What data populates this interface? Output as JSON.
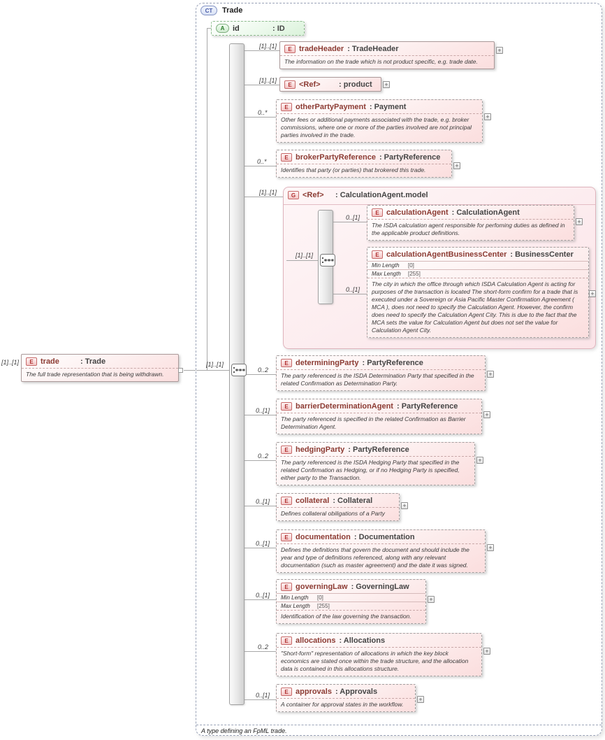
{
  "diagram": {
    "complex_type": {
      "badge": "CT",
      "title": "Trade",
      "footer": "A type defining an FpML trade."
    },
    "attribute_id": {
      "icon": "A",
      "name": "id",
      "type": ": ID"
    },
    "root": {
      "icon": "E",
      "name": "trade",
      "type": ": Trade",
      "cardinality": "[1]..[1]",
      "annotation": "The full trade representation that is being withdrawn."
    },
    "sequence_cardinality": "[1]..[1]"
  },
  "nodes": {
    "tradeHeader": {
      "icon": "E",
      "name": "tradeHeader",
      "type": ": TradeHeader",
      "cardinality": "[1]..[1]",
      "annotation": "The information on the trade which is not product specific, e.g. trade date."
    },
    "productRef": {
      "icon": "E",
      "name": "<Ref>",
      "type": ": product",
      "cardinality": "[1]..[1]"
    },
    "otherPartyPayment": {
      "icon": "E",
      "name": "otherPartyPayment",
      "type": ": Payment",
      "cardinality": "0..*",
      "annotation": "Other fees or additional payments associated with the trade, e.g. broker commissions, where one or more of the parties involved are not principal parties involved in the trade."
    },
    "brokerPartyReference": {
      "icon": "E",
      "name": "brokerPartyReference",
      "type": ": PartyReference",
      "cardinality": "0..*",
      "annotation": "Identifies that party (or parties) that brokered this trade."
    },
    "calcAgentGroup": {
      "icon": "G",
      "name": "<Ref>",
      "type": ": CalculationAgent.model",
      "cardinality": "[1]..[1]",
      "sequence_cardinality": "[1]..[1]"
    },
    "calculationAgent": {
      "icon": "E",
      "name": "calculationAgent",
      "type": ": CalculationAgent",
      "cardinality": "0..[1]",
      "annotation": "The ISDA calculation agent responsible for perfoming duties as defined in the applicable product definitions."
    },
    "calculationAgentBusinessCenter": {
      "icon": "E",
      "name": "calculationAgentBusinessCenter",
      "type": ": BusinessCenter",
      "cardinality": "0..[1]",
      "facets": [
        {
          "label": "Min Length",
          "value": "[0]"
        },
        {
          "label": "Max Length",
          "value": "[255]"
        }
      ],
      "annotation": "The city in which the office through which ISDA Calculation Agent is acting for purposes of the transaction is located The short-form confirm for a trade that is executed under a Sovereign or Asia Pacific Master Confirmation Agreement ( MCA ), does not need to specify the Calculation Agent. However, the confirm does need to specify the Calculation Agent City. This is due to the fact that the MCA sets the value for Calculation Agent but does not set the value for Calculation Agent City."
    },
    "determiningParty": {
      "icon": "E",
      "name": "determiningParty",
      "type": ": PartyReference",
      "cardinality": "0..2",
      "annotation": "The party referenced is the ISDA Determination Party that specified in the related Confirmation as Determination Party."
    },
    "barrierDeterminationAgent": {
      "icon": "E",
      "name": "barrierDeterminationAgent",
      "type": ": PartyReference",
      "cardinality": "0..[1]",
      "annotation": "The party referenced is specified in the related Confirmation as Barrier Determination Agent."
    },
    "hedgingParty": {
      "icon": "E",
      "name": "hedgingParty",
      "type": ": PartyReference",
      "cardinality": "0..2",
      "annotation": "The party referenced is the ISDA Hedging Party that specified in the related Confirmation as Hedging, or if no Hedging Party is specified, either party to the Transaction."
    },
    "collateral": {
      "icon": "E",
      "name": "collateral",
      "type": ": Collateral",
      "cardinality": "0..[1]",
      "annotation": "Defines collateral obiligations of a Party"
    },
    "documentation": {
      "icon": "E",
      "name": "documentation",
      "type": ": Documentation",
      "cardinality": "0..[1]",
      "annotation": "Defines the definitions that govern the document and should include the year and type of definitions referenced, along with any relevant documentation (such as master agreement) and the date it was signed."
    },
    "governingLaw": {
      "icon": "E",
      "name": "governingLaw",
      "type": ": GoverningLaw",
      "cardinality": "0..[1]",
      "facets": [
        {
          "label": "Min Length",
          "value": "[0]"
        },
        {
          "label": "Max Length",
          "value": "[255]"
        }
      ],
      "annotation": "Identification of the law governing the transaction."
    },
    "allocations": {
      "icon": "E",
      "name": "allocations",
      "type": ": Allocations",
      "cardinality": "0..2",
      "annotation": "\"Short-form\" representation of allocations in which the key block economics are stated once within the trade structure, and the allocation data is contained in this allocations structure."
    },
    "approvals": {
      "icon": "E",
      "name": "approvals",
      "type": ": Approvals",
      "cardinality": "0..[1]",
      "annotation": "A container for approval states in the workflow."
    }
  },
  "ui": {
    "expand_glyph": "+"
  },
  "colors": {
    "element_accent": "#b03030",
    "attribute_accent": "#2e7d2e",
    "complex_type_accent": "#4a5ca8",
    "element_fill": "#fbdede",
    "group_accent": "#dfb3bc",
    "line_color": "#a8a8a8"
  }
}
